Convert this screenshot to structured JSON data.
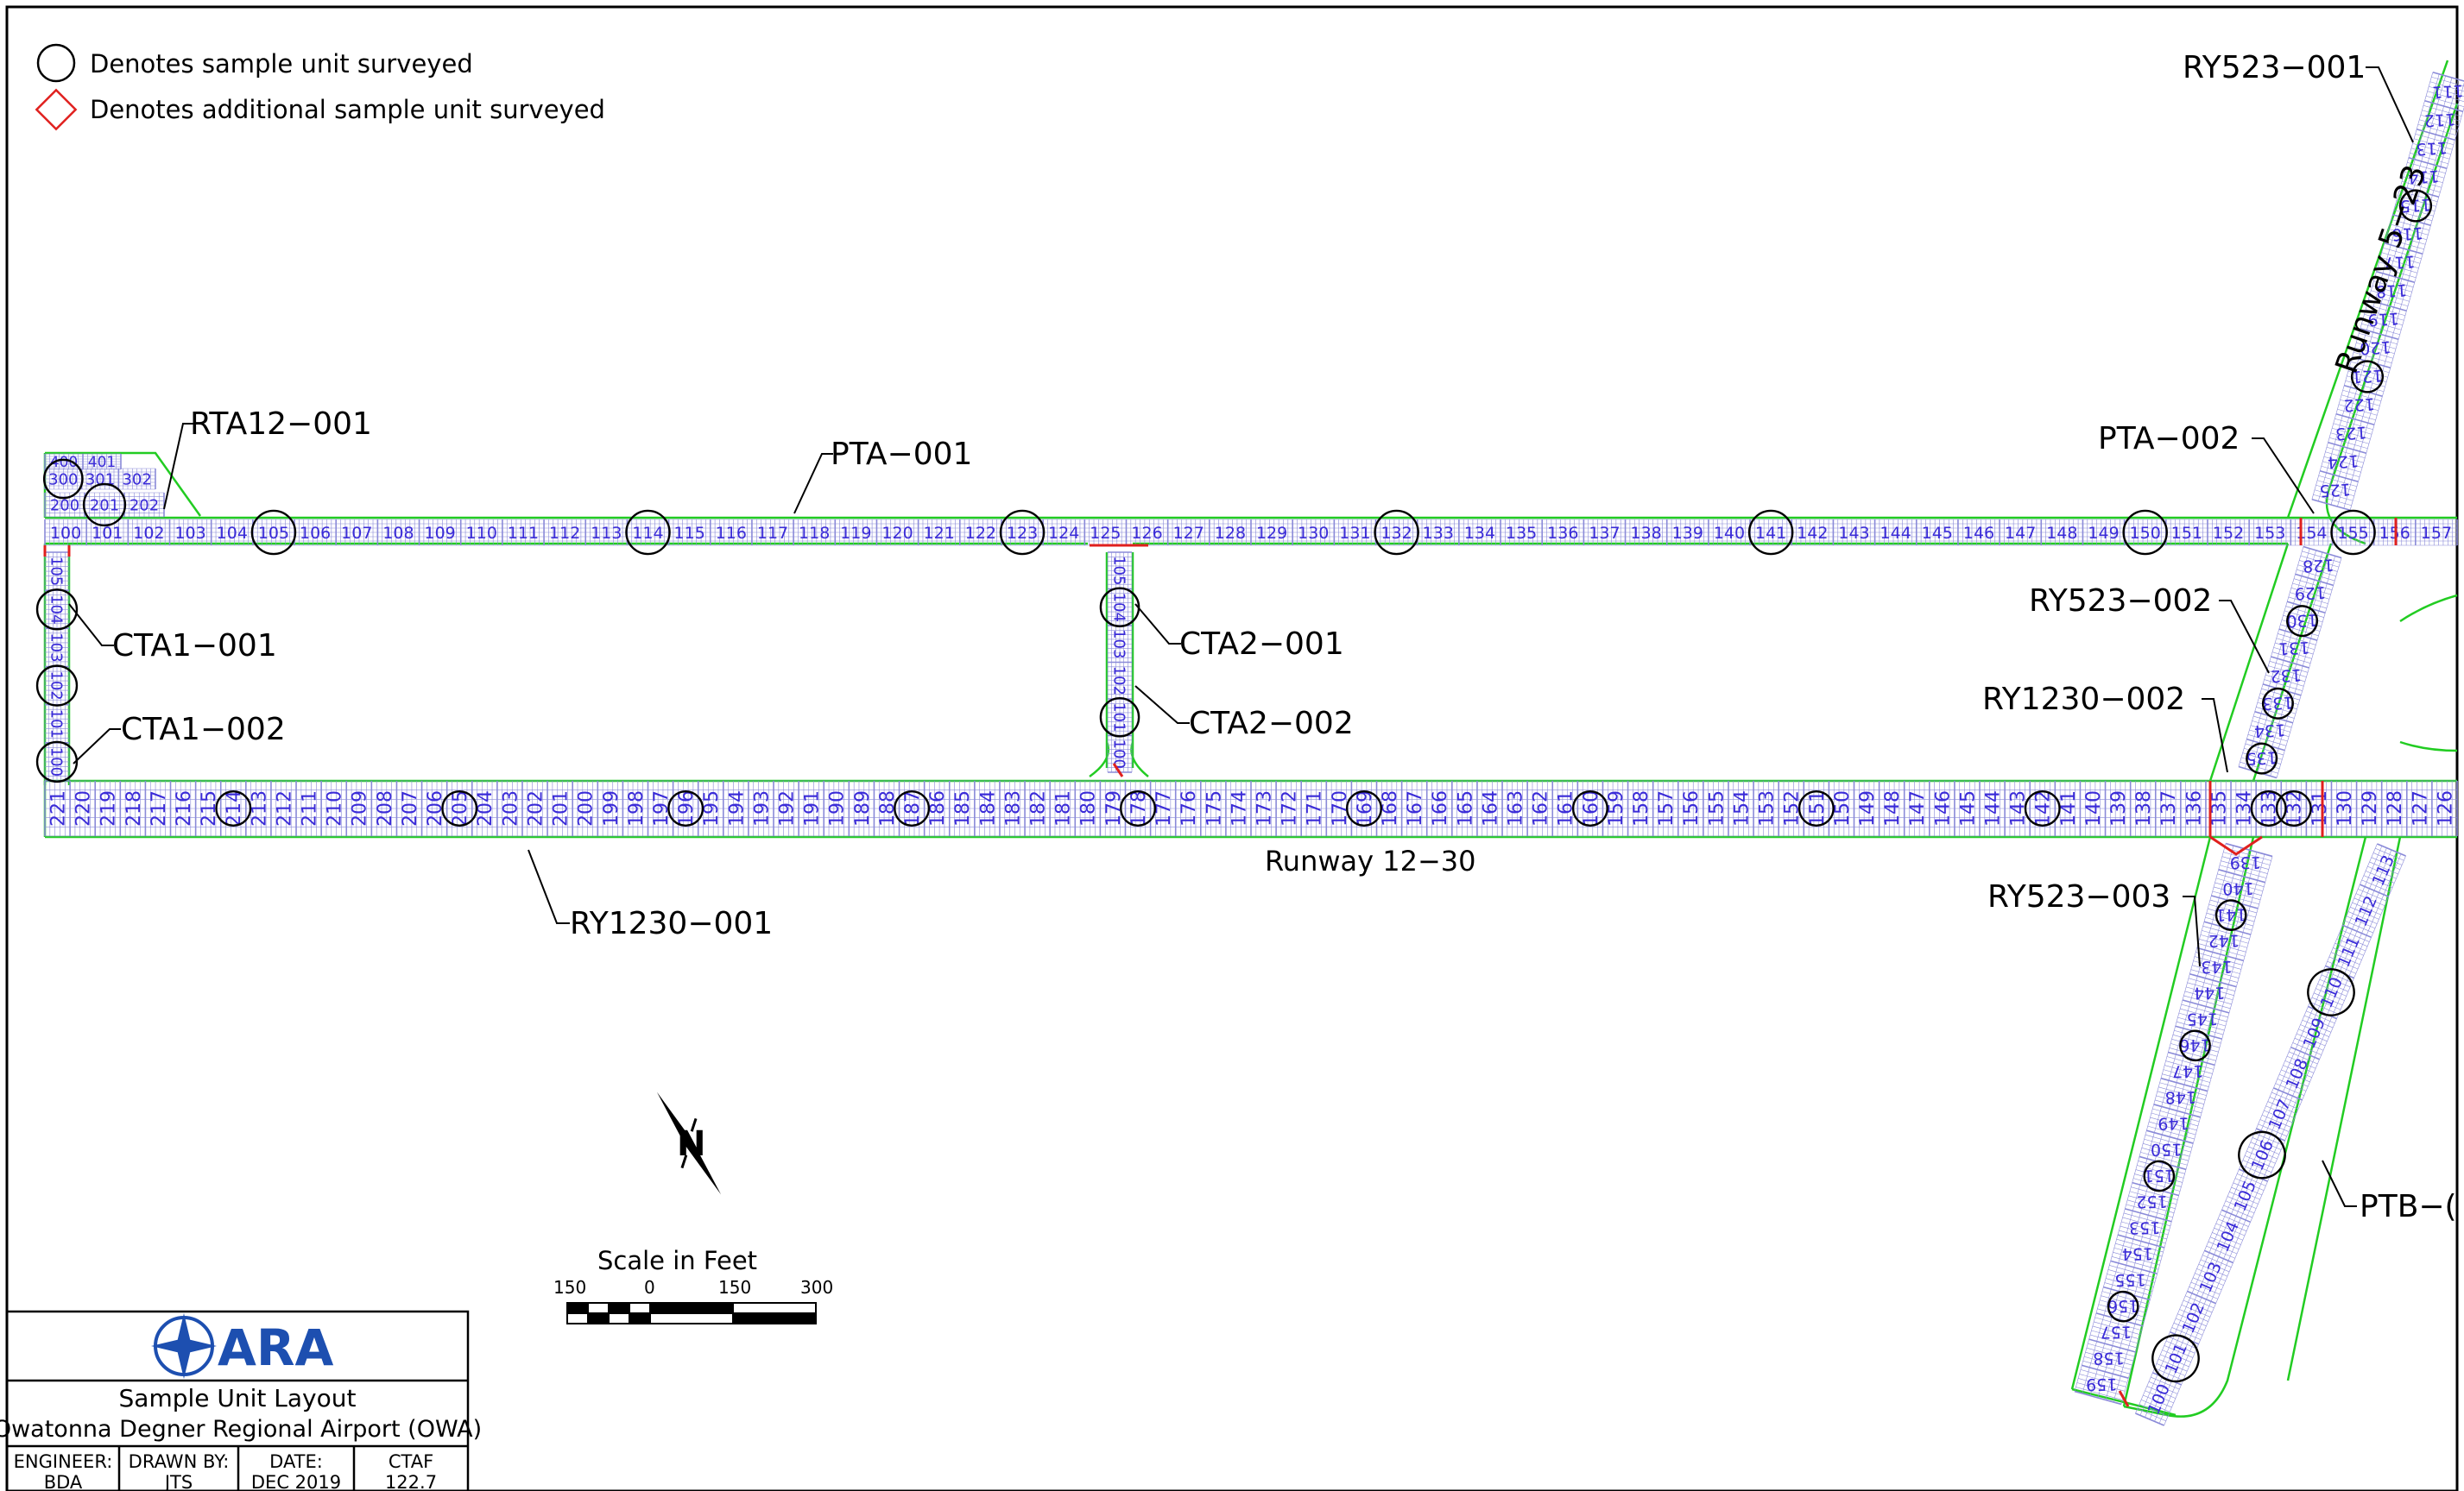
{
  "legend": {
    "surveyed": "Denotes sample unit surveyed",
    "additional": "Denotes additional sample unit surveyed"
  },
  "section_labels": {
    "rta12_001": "RTA12−001",
    "pta_001": "PTA−001",
    "cta1_001": "CTA1−001",
    "cta1_002": "CTA1−002",
    "cta2_001": "CTA2−001",
    "cta2_002": "CTA2−002",
    "ry1230_001": "RY1230−001",
    "ry523_001": "RY523−001",
    "pta_002": "PTA−002",
    "ry523_002": "RY523−002",
    "ry1230_002": "RY1230−002",
    "ry523_003": "RY523−003",
    "ptb": "PTB−("
  },
  "runway_labels": {
    "runway_12_30": "Runway 12−30",
    "runway_5_23": "Runway 5−23"
  },
  "scale": {
    "title": "Scale in Feet",
    "ticks": [
      "150",
      "0",
      "150",
      "300"
    ]
  },
  "title_block": {
    "logo": "ARA",
    "title": "Sample Unit Layout",
    "subtitle": "Owatonna Degner Regional Airport (OWA)",
    "engineer_label": "ENGINEER:",
    "engineer": "BDA",
    "drawn_label": "DRAWN BY:",
    "drawn": "JTS",
    "date_label": "DATE:",
    "date": "DEC 2019",
    "ctaf_label": "CTAF",
    "ctaf": "122.7"
  },
  "sample_units": {
    "pta_001": {
      "start": 100,
      "end": 157,
      "surveyed": [
        105,
        114,
        123,
        132,
        141,
        150,
        155
      ]
    },
    "runway_12_30": {
      "start": 221,
      "end": 126,
      "surveyed": [
        214,
        205,
        196,
        187,
        178,
        169,
        160,
        151,
        142,
        133,
        132
      ]
    },
    "runway_5_23_upper": {
      "start": 111,
      "end": 125,
      "surveyed": [
        115,
        121
      ]
    },
    "runway_5_23_mid": {
      "start": 128,
      "end": 135,
      "surveyed": [
        130,
        133,
        135
      ]
    },
    "runway_5_23_lower": {
      "start": 139,
      "end": 159,
      "surveyed": [
        141,
        146,
        151,
        156
      ]
    },
    "ptb": {
      "start": 100,
      "end": 113,
      "surveyed": [
        101,
        106,
        110
      ]
    },
    "cta1": {
      "start": 100,
      "end": 105,
      "surveyed": [
        100,
        102,
        104
      ]
    },
    "cta2": {
      "start": 100,
      "end": 105,
      "surveyed": [
        101,
        104
      ]
    },
    "rta12": {
      "surveyed": [
        300,
        201
      ]
    }
  },
  "colors": {
    "pavement_edge": "#22cc22",
    "unit_number": "#3a2bd8",
    "additional_unit": "#e0201e",
    "grid": "#8a8ad8"
  }
}
